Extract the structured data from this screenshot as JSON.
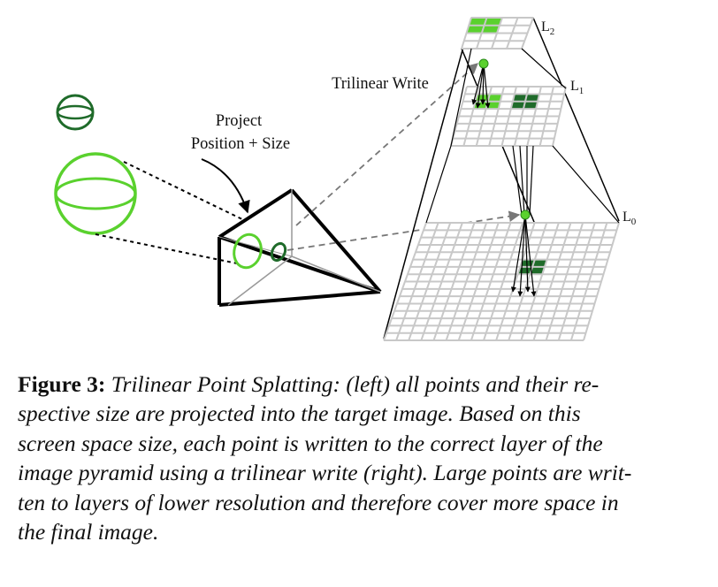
{
  "diagram": {
    "labels": {
      "project": "Project",
      "position_size": "Position + Size",
      "trilinear_write": "Trilinear Write",
      "level2": "L",
      "level2_sub": "2",
      "level1": "L",
      "level1_sub": "1",
      "level0": "L",
      "level0_sub": "0"
    },
    "colors": {
      "dark_green": "#1f6b2a",
      "light_green": "#5ad12e",
      "grid": "#c8c8c8",
      "line": "#000000"
    },
    "grids": {
      "level2_cells": 4,
      "level1_cells": 8,
      "level0_cells": 16
    }
  },
  "caption": {
    "label": "Figure 3:",
    "text_line1": " Trilinear Point Splatting: (left) all points and their re-",
    "text_line2": "spective size are projected into the target image. Based on this",
    "text_line3": "screen space size, each point is written to the correct layer of the",
    "text_line4": "image pyramid using a trilinear write (right). Large points are writ-",
    "text_line5": "ten to layers of lower resolution and therefore cover more space in",
    "text_line6": "the final image."
  }
}
